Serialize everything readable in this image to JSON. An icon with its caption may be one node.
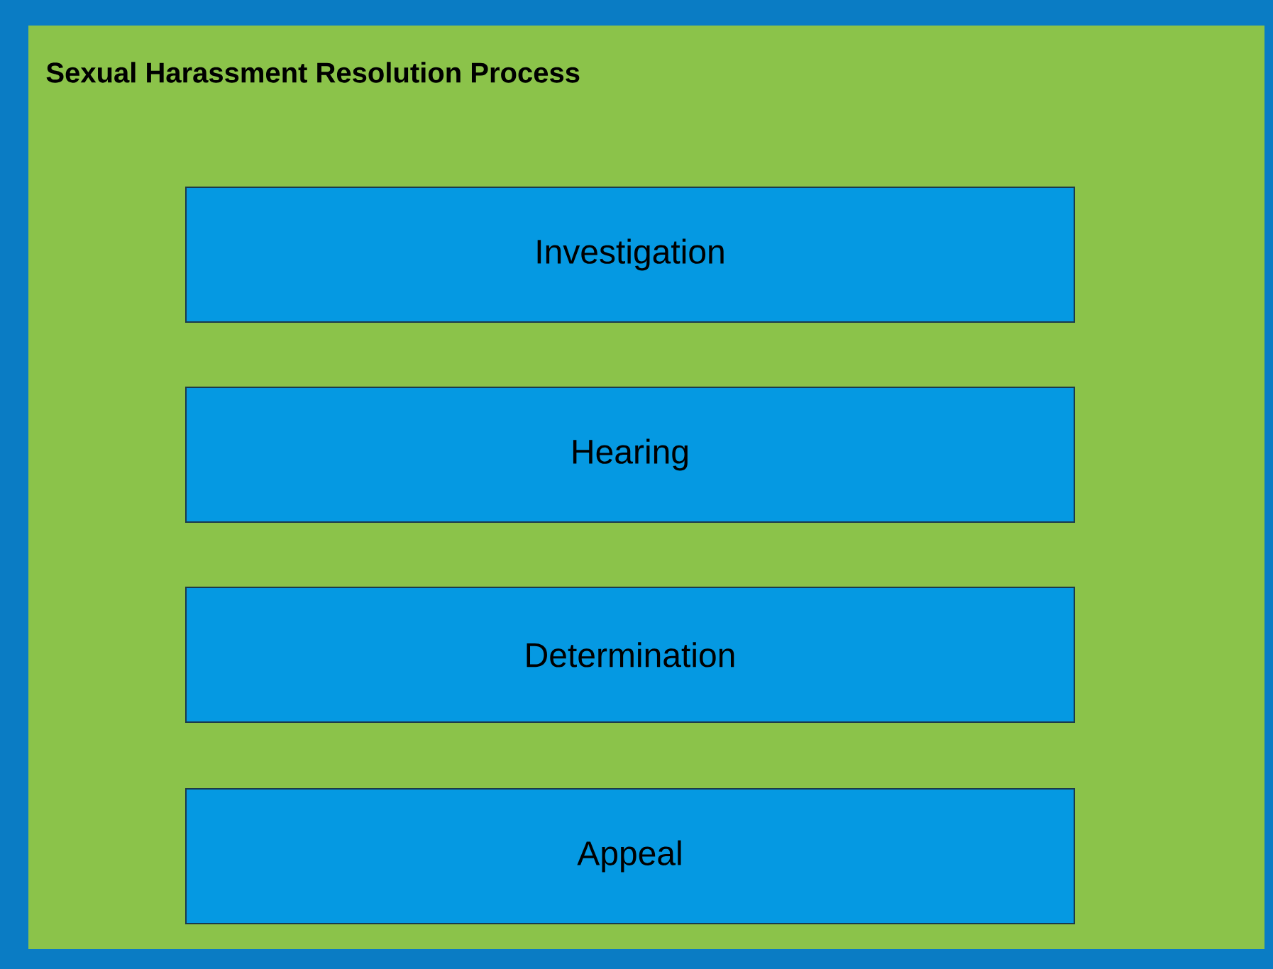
{
  "diagram": {
    "nodes": [
      {
        "text": [
          "Sexual Harassment Resolution Process"
        ]
      },
      {
        "text": [
          "Investigation"
        ],
        "in": 0
      },
      {
        "text": [
          "Hearing"
        ],
        "in": 0
      },
      {
        "text": [
          "Determination"
        ],
        "in": 0
      },
      {
        "text": [
          "Appeal"
        ],
        "in": 0
      }
    ]
  }
}
